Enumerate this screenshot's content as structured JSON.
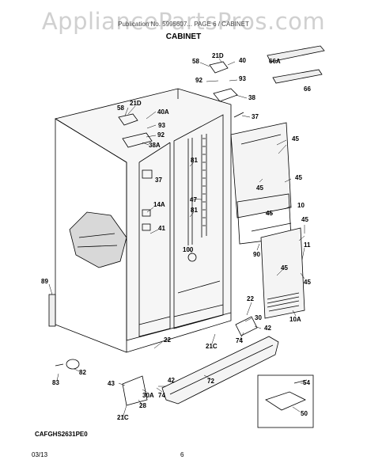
{
  "watermark": "AppliancePartsPros.com",
  "header_text": "Publication No. 5995607... PAGE 6 / CABINET",
  "section_title": "CABINET",
  "model": "CAFGHS2631PE0",
  "footer": {
    "date": "03/13",
    "page": "6"
  },
  "callouts": {
    "c58a": "58",
    "c21Da": "21D",
    "c40": "40",
    "c66A": "66A",
    "c92a": "92",
    "c93a": "93",
    "c66": "66",
    "c38": "38",
    "c37a": "37",
    "c58b": "58",
    "c21Db": "21D",
    "c40A": "40A",
    "c93b": "93",
    "c92b": "92",
    "c38A": "38A",
    "c45a": "45",
    "c81a": "81",
    "c45b": "45",
    "c37b": "37",
    "c45c": "45",
    "c47": "47",
    "c10": "10",
    "c14A": "14A",
    "c81b": "81",
    "c45d": "45",
    "c45e": "45",
    "c41": "41",
    "c90": "90",
    "c11": "11",
    "c100": "100",
    "c45f": "45",
    "c45g": "45",
    "c89": "89",
    "c22a": "22",
    "c30": "30",
    "c10A": "10A",
    "c42a": "42",
    "c74a": "74",
    "c21Ca": "21C",
    "c22b": "22",
    "c82": "82",
    "c83": "83",
    "c42b": "42",
    "c43": "43",
    "c72": "72",
    "c54": "54",
    "c30A": "30A",
    "c74b": "74",
    "c28": "28",
    "c50": "50",
    "c21Cb": "21C"
  }
}
